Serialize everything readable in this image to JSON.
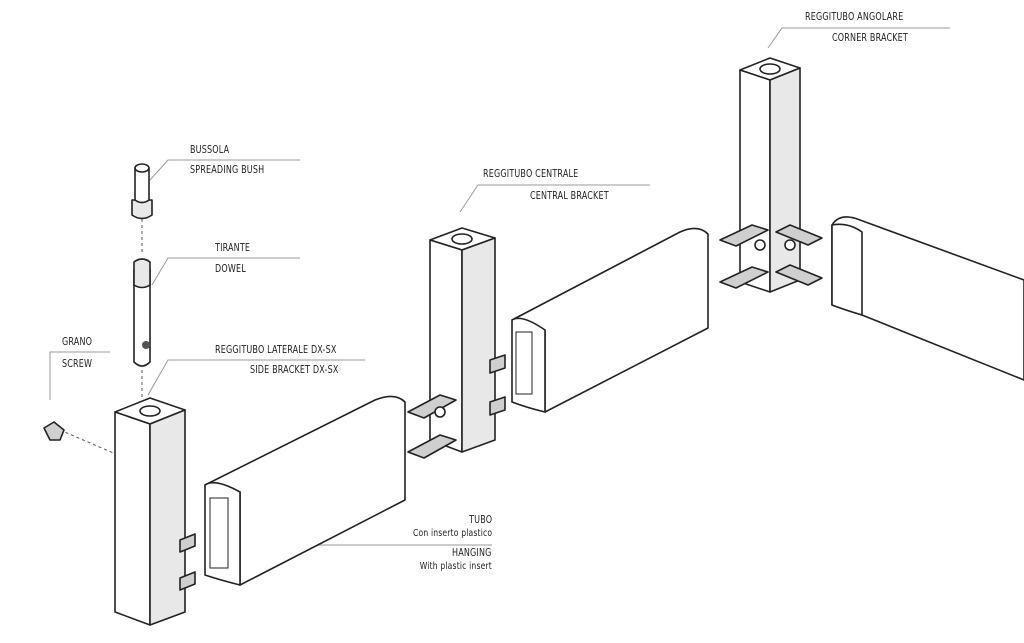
{
  "labels": {
    "corner": {
      "it": "REGGITUBO ANGOLARE",
      "en": "CORNER BRACKET"
    },
    "bush": {
      "it": "BUSSOLA",
      "en": "SPREADING BUSH"
    },
    "dowel": {
      "it": "TIRANTE",
      "en": "DOWEL"
    },
    "central": {
      "it": "REGGITUBO CENTRALE",
      "en": "CENTRAL BRACKET"
    },
    "screw": {
      "it": "GRANO",
      "en": "SCREW"
    },
    "side": {
      "it": "REGGITUBO LATERALE DX-SX",
      "en": "SIDE BRACKET DX-SX"
    },
    "tube": {
      "it": "TUBO",
      "it_sub": "Con inserto plastico",
      "en": "HANGING",
      "en_sub": "With plastic insert"
    }
  }
}
